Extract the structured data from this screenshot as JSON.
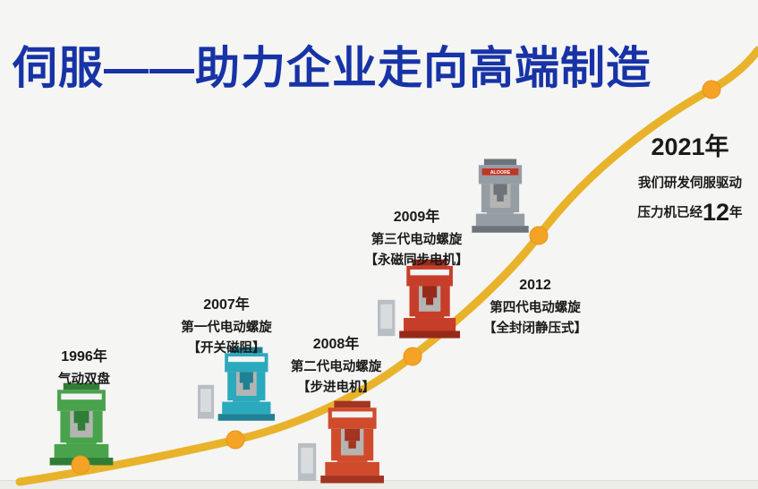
{
  "title": "伺服——助力企业走向高端制造",
  "colors": {
    "title": "#1733a6",
    "curve": "#e8b32b",
    "dot": "#f5a326",
    "text": "#1a1a1a",
    "background": "#f5f5f3"
  },
  "milestones": [
    {
      "year": "1996年",
      "lines": [
        "气动双盘"
      ]
    },
    {
      "year": "2007年",
      "lines": [
        "第一代电动螺旋",
        "【开关磁阻】"
      ]
    },
    {
      "year": "2008年",
      "lines": [
        "第二代电动螺旋",
        "【步进电机】"
      ]
    },
    {
      "year": "2009年",
      "lines": [
        "第三代电动螺旋",
        "【永磁同步电机】"
      ]
    },
    {
      "year": "2012",
      "lines": [
        "第四代电动螺旋",
        "【全封闭静压式】"
      ]
    },
    {
      "year": "2021年",
      "lines": [
        "我们研发伺服驱动"
      ],
      "tail_prefix": "压力机已经",
      "tail_number": "12",
      "tail_suffix": "年"
    }
  ],
  "machines": {
    "m1996": {
      "label": "pneumatic-double-disc-press",
      "color": "#49a24c",
      "dark": "#2f7d36"
    },
    "m2007": {
      "label": "gen1-electric-screw-press",
      "color": "#2ba9bd",
      "dark": "#1f8193"
    },
    "m2008": {
      "label": "gen2-electric-screw-press",
      "color": "#d04b2b",
      "dark": "#a23420"
    },
    "m2009": {
      "label": "gen3-electric-screw-press",
      "color": "#c63e2a",
      "dark": "#97291b"
    },
    "m2012": {
      "label": "gen4-electric-screw-press",
      "color": "#979da5",
      "dark": "#6d737b",
      "accent": "#c23524",
      "brand": "ALOORE"
    }
  }
}
